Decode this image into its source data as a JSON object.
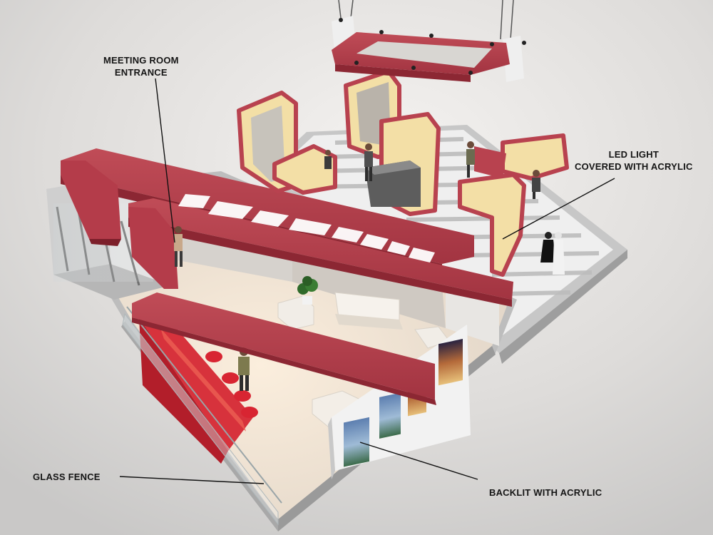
{
  "callouts": {
    "meeting_room": [
      "MEETING ROOM",
      "ENTRANCE"
    ],
    "led_light": [
      "LED LIGHT",
      "COVERED WITH ACRYLIC"
    ],
    "glass_fence": "GLASS FENCE",
    "backlit": "BACKLIT WITH ACRYLIC"
  },
  "colors": {
    "brand_red": "#b8424f",
    "dark_red": "#8c2733",
    "background": "#dcdcdc",
    "floor": "#e9dccb",
    "led_glow": "#f3dfa6"
  }
}
